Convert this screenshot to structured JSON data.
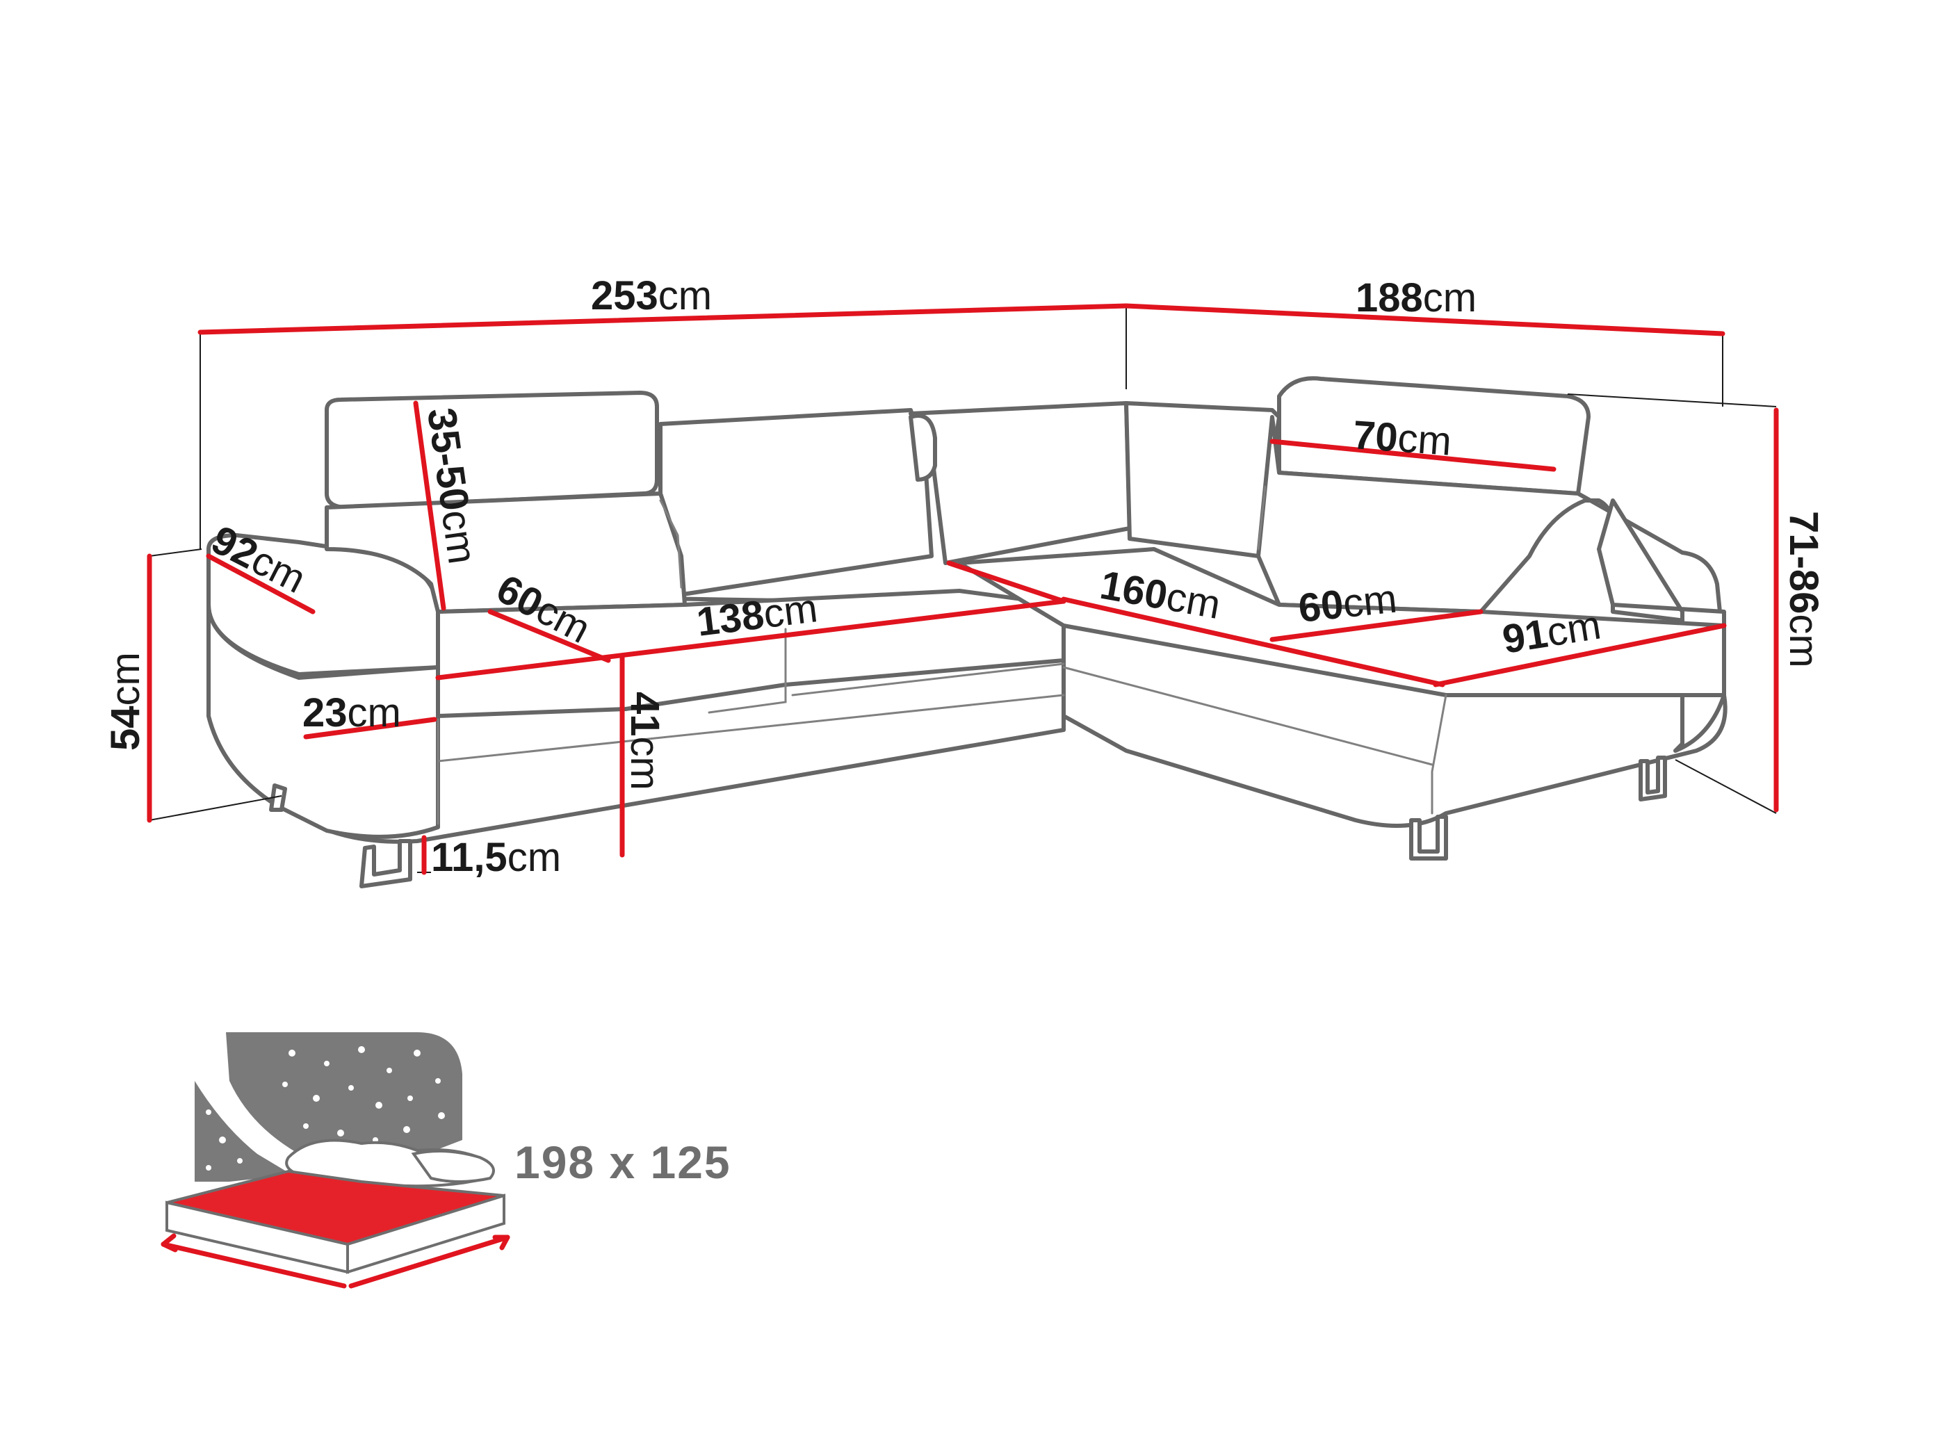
{
  "dimensions": {
    "width_left": {
      "value": "253",
      "unit": "cm"
    },
    "width_right": {
      "value": "188",
      "unit": "cm"
    },
    "headrest_height": {
      "value": "35-50",
      "unit": "cm"
    },
    "headrest_width": {
      "value": "70",
      "unit": "cm"
    },
    "total_height": {
      "value": "71-86",
      "unit": "cm"
    },
    "armrest_depth": {
      "value": "92",
      "unit": "cm"
    },
    "seat_depth_left": {
      "value": "60",
      "unit": "cm"
    },
    "seat_width_left": {
      "value": "138",
      "unit": "cm"
    },
    "chaise_length": {
      "value": "160",
      "unit": "cm"
    },
    "seat_depth_right": {
      "value": "60",
      "unit": "cm"
    },
    "chaise_width": {
      "value": "91",
      "unit": "cm"
    },
    "armrest_height": {
      "value": "54",
      "unit": "cm"
    },
    "armrest_width": {
      "value": "23",
      "unit": "cm"
    },
    "seat_height": {
      "value": "41",
      "unit": "cm"
    },
    "leg_height": {
      "value": "11,5",
      "unit": "cm"
    }
  },
  "bed": {
    "size_label": "198 x 125"
  },
  "colors": {
    "dimension_line": "#e0141e",
    "outline": "#666666",
    "text": "#1a1a1a",
    "bed_label": "#6e6e6e"
  }
}
